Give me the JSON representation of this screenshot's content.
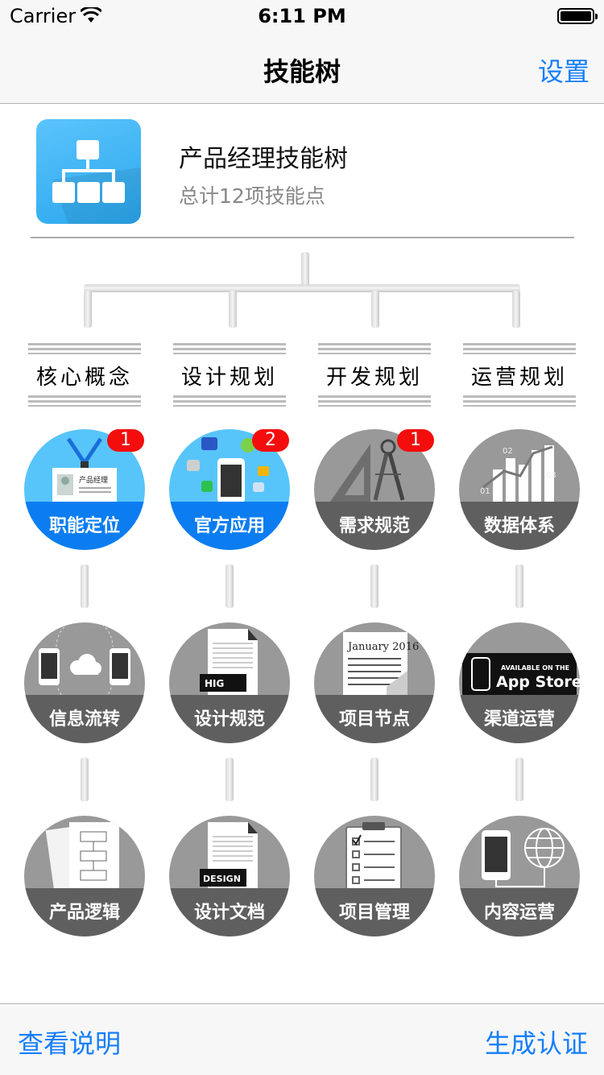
{
  "status_bar": {
    "carrier": "Carrier",
    "time": "6:11 PM"
  },
  "nav": {
    "title": "技能树",
    "settings_label": "设置"
  },
  "header": {
    "title": "产品经理技能树",
    "subtitle": "总计12项技能点"
  },
  "categories": [
    {
      "label": "核心概念"
    },
    {
      "label": "设计规划"
    },
    {
      "label": "开发规划"
    },
    {
      "label": "运营规划"
    }
  ],
  "nodes": [
    {
      "label": "职能定位",
      "badge": "1",
      "style": "blue",
      "icon": "id-badge-icon",
      "art_text": "产品经理"
    },
    {
      "label": "官方应用",
      "badge": "2",
      "style": "blue",
      "icon": "apps-phone-icon"
    },
    {
      "label": "需求规范",
      "badge": "1",
      "style": "gray",
      "icon": "ruler-compass-icon"
    },
    {
      "label": "数据体系",
      "badge": "",
      "style": "gray",
      "icon": "bar-chart-icon",
      "art_text": [
        "01",
        "02",
        "03"
      ]
    },
    {
      "label": "信息流转",
      "badge": "",
      "style": "gray",
      "icon": "cloud-sync-icon"
    },
    {
      "label": "设计规范",
      "badge": "",
      "style": "gray",
      "icon": "document-icon",
      "art_text": "HIG"
    },
    {
      "label": "项目节点",
      "badge": "",
      "style": "gray",
      "icon": "calendar-icon",
      "art_text": "January 2016"
    },
    {
      "label": "渠道运营",
      "badge": "",
      "style": "gray",
      "icon": "app-store-icon",
      "art_text": [
        "AVAILABLE ON THE",
        "App Store"
      ]
    },
    {
      "label": "产品逻辑",
      "badge": "",
      "style": "gray",
      "icon": "flowchart-icon"
    },
    {
      "label": "设计文档",
      "badge": "",
      "style": "gray",
      "icon": "document-icon",
      "art_text": "DESIGN"
    },
    {
      "label": "项目管理",
      "badge": "",
      "style": "gray",
      "icon": "clipboard-icon"
    },
    {
      "label": "内容运营",
      "badge": "",
      "style": "gray",
      "icon": "globe-phone-icon"
    }
  ],
  "toolbar": {
    "left_label": "查看说明",
    "right_label": "生成认证"
  },
  "colors": {
    "accent": "#157efb",
    "badge": "#f40d0d",
    "node_blue": "#0b7df0",
    "node_gray": "#5f5f5f"
  }
}
